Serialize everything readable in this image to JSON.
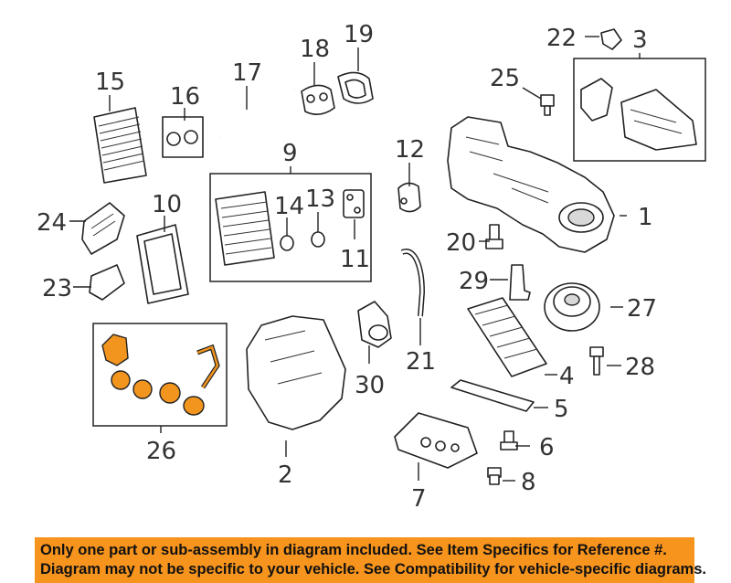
{
  "callouts": [
    "1",
    "2",
    "3",
    "4",
    "5",
    "6",
    "7",
    "8",
    "9",
    "10",
    "11",
    "12",
    "13",
    "14",
    "15",
    "16",
    "17",
    "18",
    "19",
    "20",
    "21",
    "22",
    "23",
    "24",
    "25",
    "26",
    "27",
    "28",
    "29",
    "30"
  ],
  "notice": {
    "line1": "Only one part or sub-assembly in diagram included. See Item Specifics for Reference #.",
    "line2": "Diagram may not be specific to your vehicle. See Compatibility for vehicle-specific diagrams."
  },
  "colors": {
    "banner": "#f7941d",
    "highlight_part": "#f2951f",
    "line": "#222222"
  }
}
